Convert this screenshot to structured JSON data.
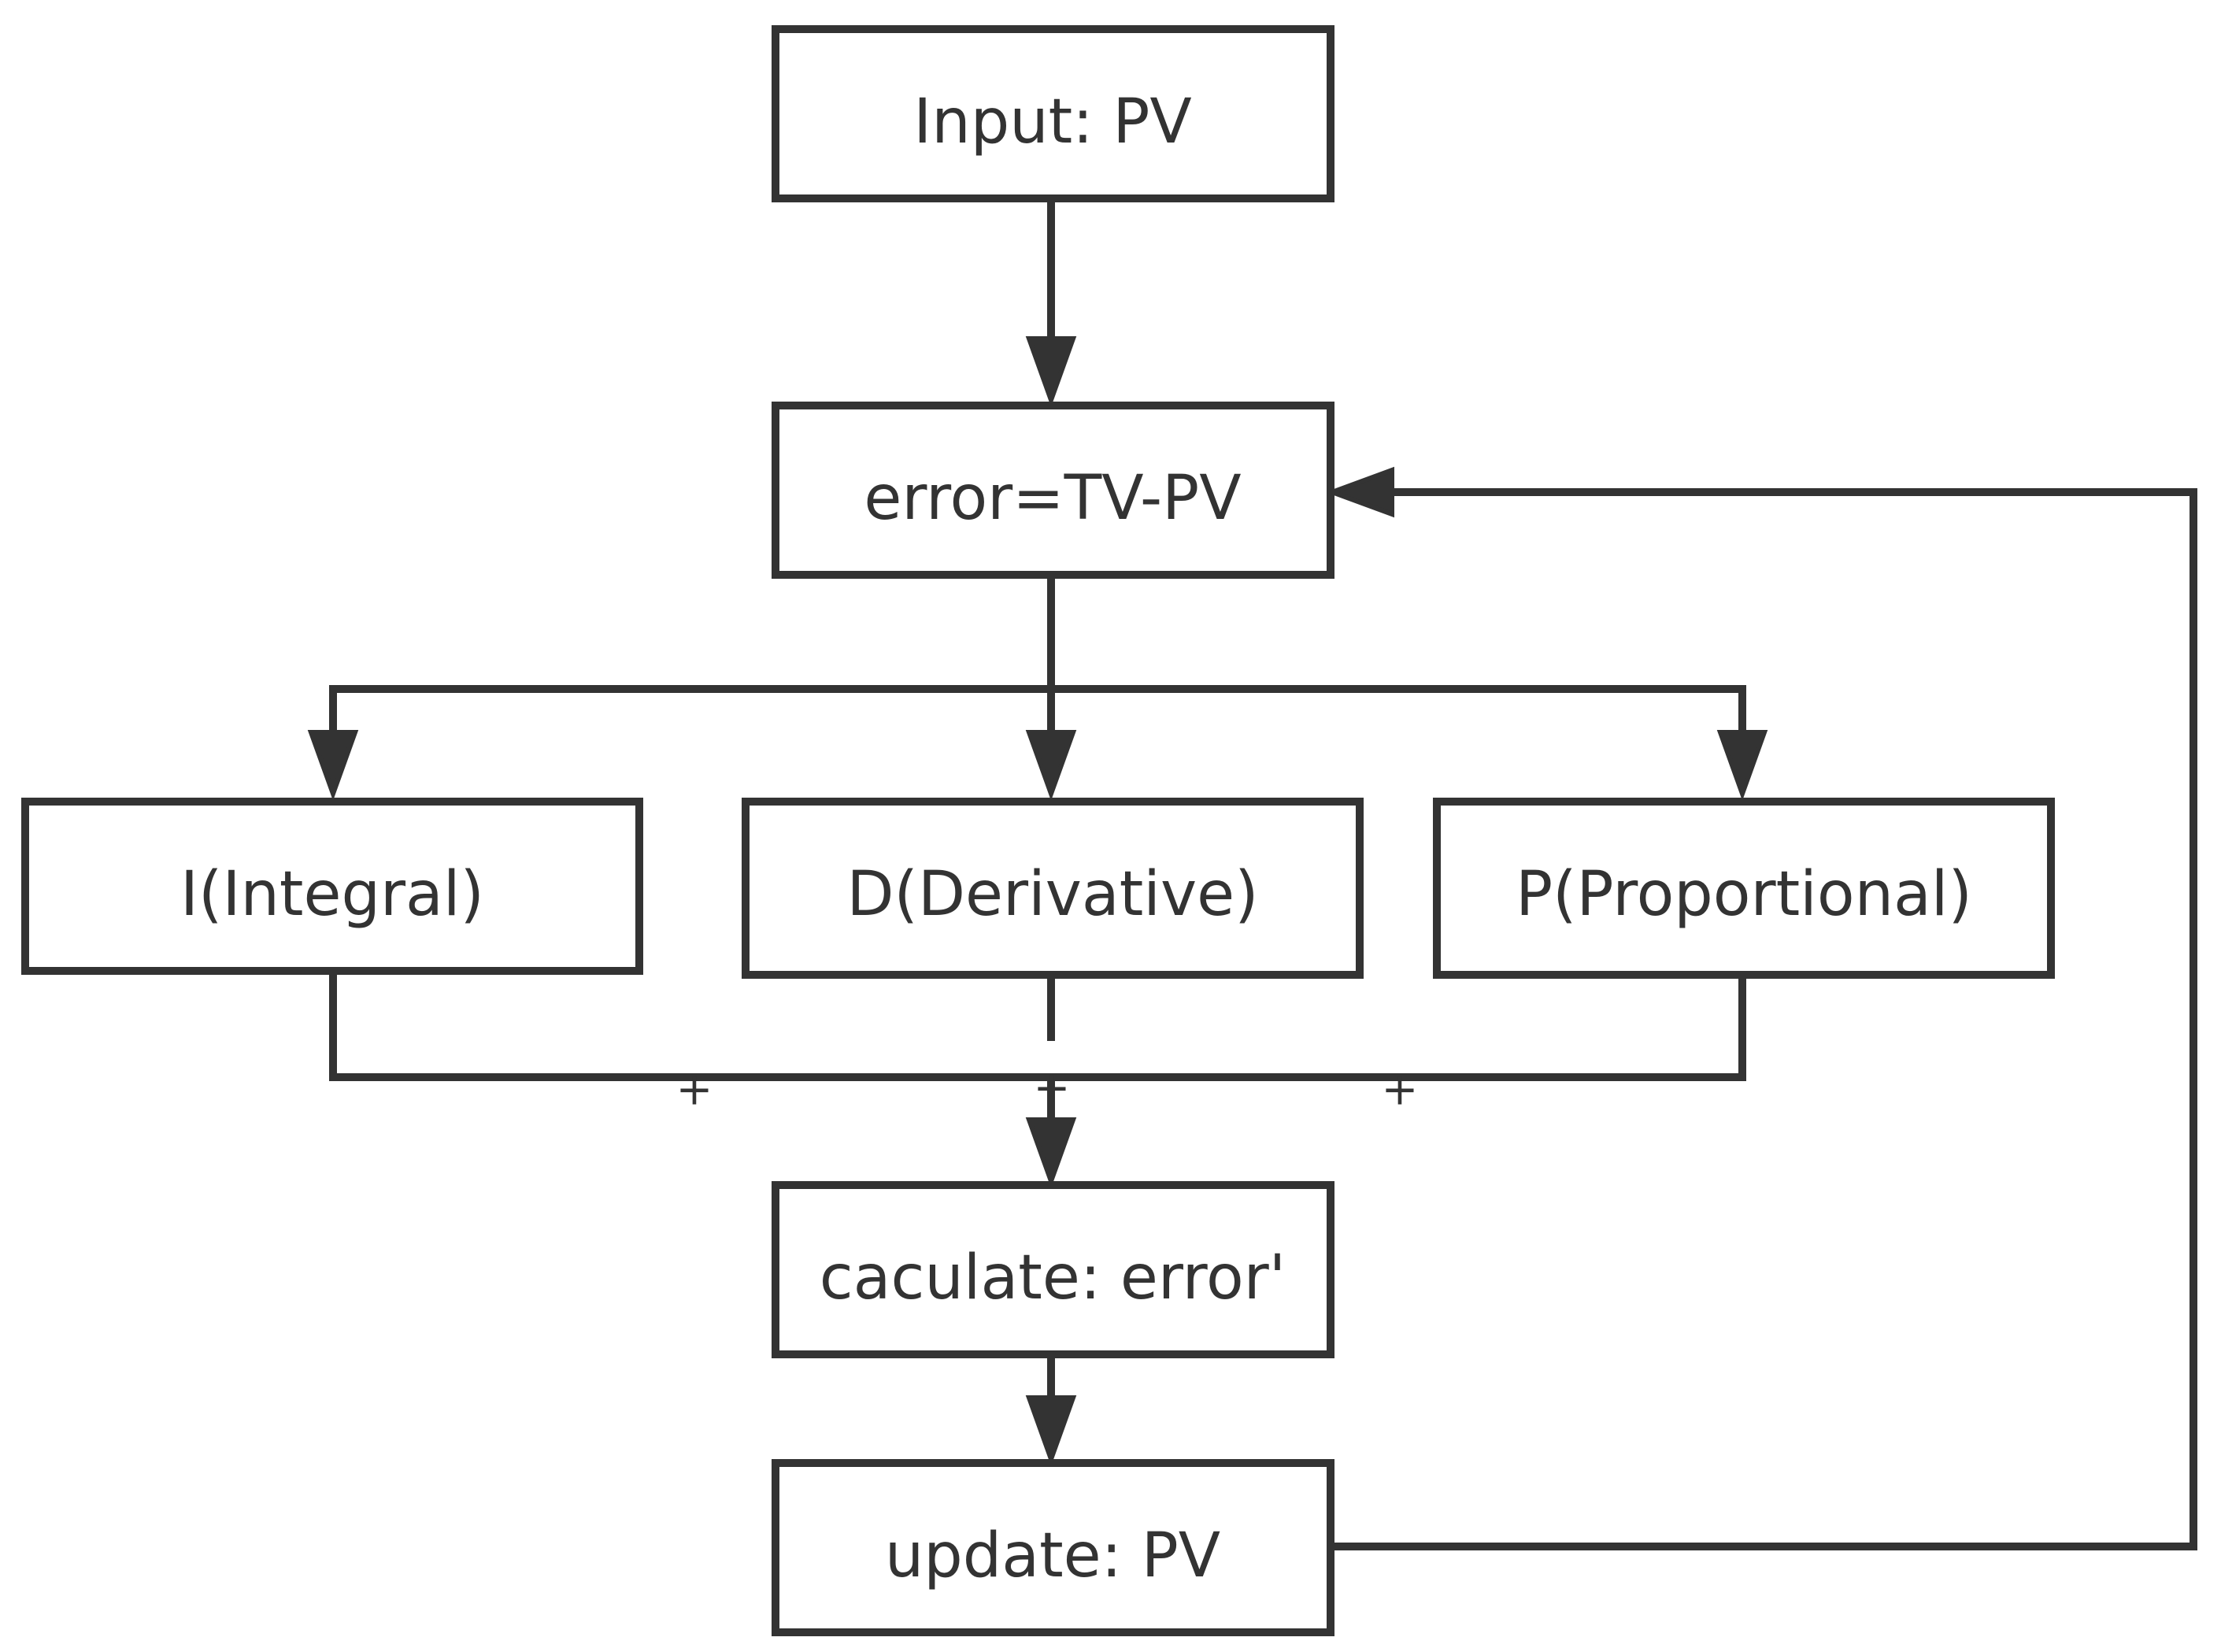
{
  "diagram": {
    "nodes": {
      "input": {
        "label": "Input: PV"
      },
      "error": {
        "label": "error=TV-PV"
      },
      "integral": {
        "label": "I(Integral)"
      },
      "derivative": {
        "label": "D(Derivative)"
      },
      "proportional": {
        "label": "P(Proportional)"
      },
      "calculate": {
        "label": "caculate: error'"
      },
      "update": {
        "label": "update: PV"
      }
    },
    "sum_signs": {
      "integral": "+",
      "derivative": "+",
      "proportional": "+"
    },
    "colors": {
      "stroke": "#333333",
      "background": "#ffffff"
    }
  }
}
